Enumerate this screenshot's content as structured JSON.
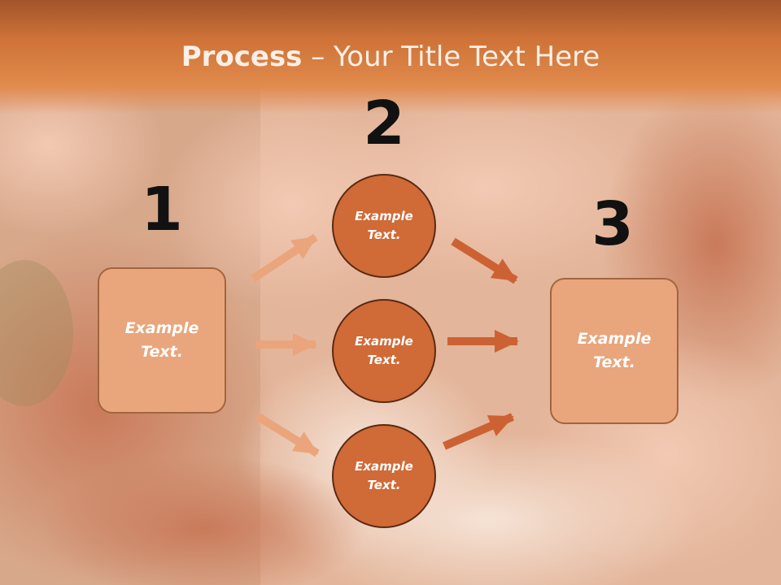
{
  "title": {
    "bold": "Process",
    "rest": " – Your Title Text Here"
  },
  "steps": [
    {
      "number": "1",
      "text": "Example Text."
    },
    {
      "number": "2",
      "items": [
        "Example Text.",
        "Example Text.",
        "Example Text."
      ]
    },
    {
      "number": "3",
      "text": "Example Text."
    }
  ],
  "colors": {
    "title_bar": "#cf7338",
    "box_fill": "#e9a57c",
    "circle_fill": "#d06a37",
    "arrow_light": "#eaa57d",
    "arrow_dark": "#cc6234"
  }
}
